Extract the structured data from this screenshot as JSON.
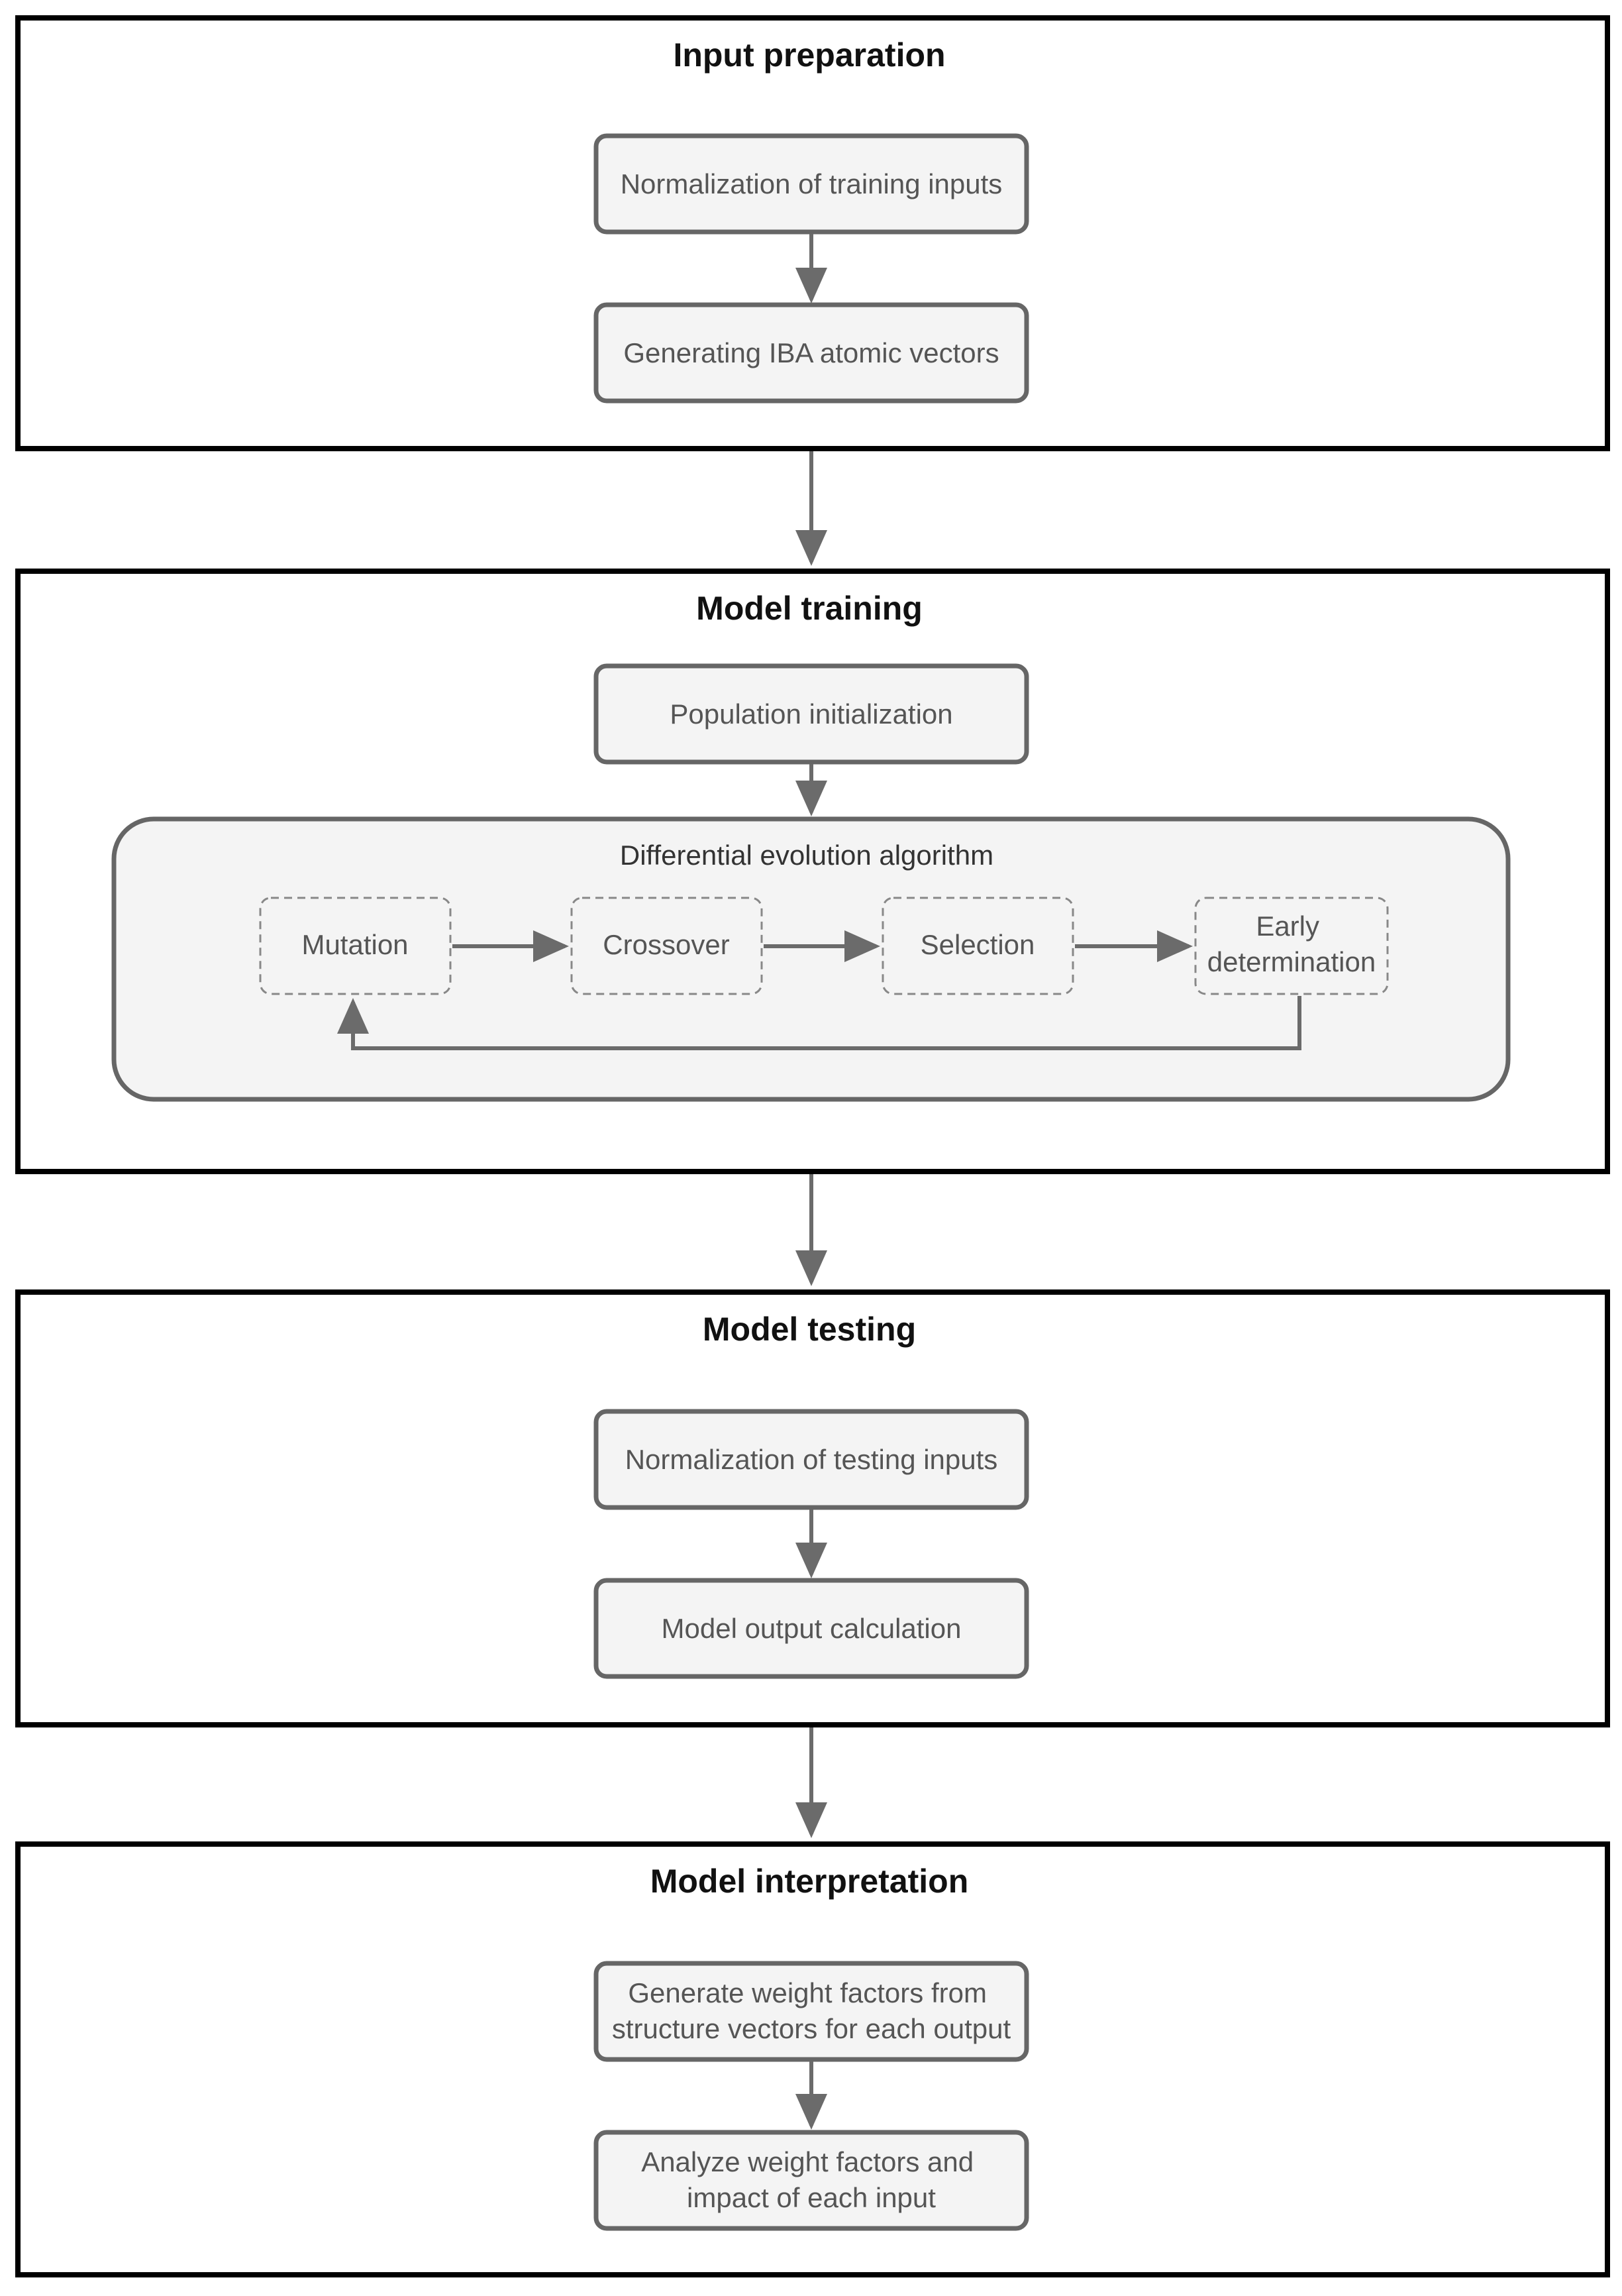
{
  "sections": [
    {
      "title": "Input preparation",
      "steps": [
        "Normalization of training inputs",
        "Generating IBA atomic vectors"
      ]
    },
    {
      "title": "Model training",
      "steps": [
        "Population initialization"
      ],
      "group": {
        "title": "Differential evolution algorithm",
        "steps": [
          "Mutation",
          "Crossover",
          "Selection",
          "Early determination"
        ],
        "early_lines": [
          "Early",
          "determination"
        ]
      }
    },
    {
      "title": "Model testing",
      "steps": [
        "Normalization of testing inputs",
        "Model output calculation"
      ]
    },
    {
      "title": "Model interpretation",
      "steps": [
        "Generate weight factors from structure vectors for each output",
        "Analyze weight factors and impact of each input"
      ],
      "step_lines": [
        [
          "Generate weight factors from",
          "structure vectors for each output"
        ],
        [
          "Analyze weight factors and",
          "impact of each input"
        ]
      ]
    }
  ],
  "colors": {
    "section_border": "#000000",
    "box_border": "#666666",
    "box_fill": "#f4f4f4",
    "arrow": "#6b6b6b",
    "dashed_border": "#888888"
  }
}
